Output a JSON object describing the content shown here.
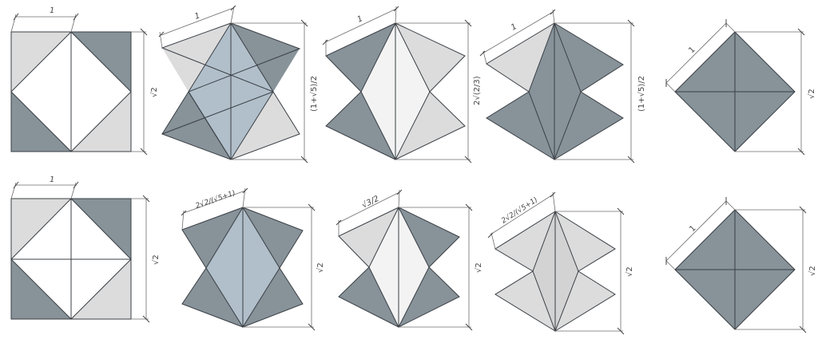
{
  "colors": {
    "dark": "#879299",
    "light": "#dcdcdc",
    "blue": "#b1bfca",
    "white": "#ffffff",
    "offwhite": "#f3f3f3",
    "mid": "#d3d3d3",
    "stroke": "#3a3f45",
    "dim": "#6b6b6b"
  },
  "rows": [
    {
      "figures": [
        {
          "id": "r1f1",
          "edge_label": "1",
          "height_label": "√2"
        },
        {
          "id": "r1f2",
          "edge_label": "1",
          "height_label": "(1+√5)/2"
        },
        {
          "id": "r1f3",
          "edge_label": "1",
          "height_label": "2√(2/3)"
        },
        {
          "id": "r1f4",
          "edge_label": "1",
          "height_label": "(1+√5)/2"
        },
        {
          "id": "r1f5",
          "edge_label": "1",
          "height_label": "√2"
        }
      ]
    },
    {
      "figures": [
        {
          "id": "r2f1",
          "edge_label": "1",
          "height_label": "√2"
        },
        {
          "id": "r2f2",
          "edge_label": "2√2/(√5+1)",
          "height_label": "√2"
        },
        {
          "id": "r2f3",
          "edge_label": "√3/2",
          "height_label": "√2"
        },
        {
          "id": "r2f4",
          "edge_label": "2√2/(√5+1)",
          "height_label": "√2"
        },
        {
          "id": "r2f5",
          "edge_label": "1",
          "height_label": "√2"
        }
      ]
    }
  ]
}
